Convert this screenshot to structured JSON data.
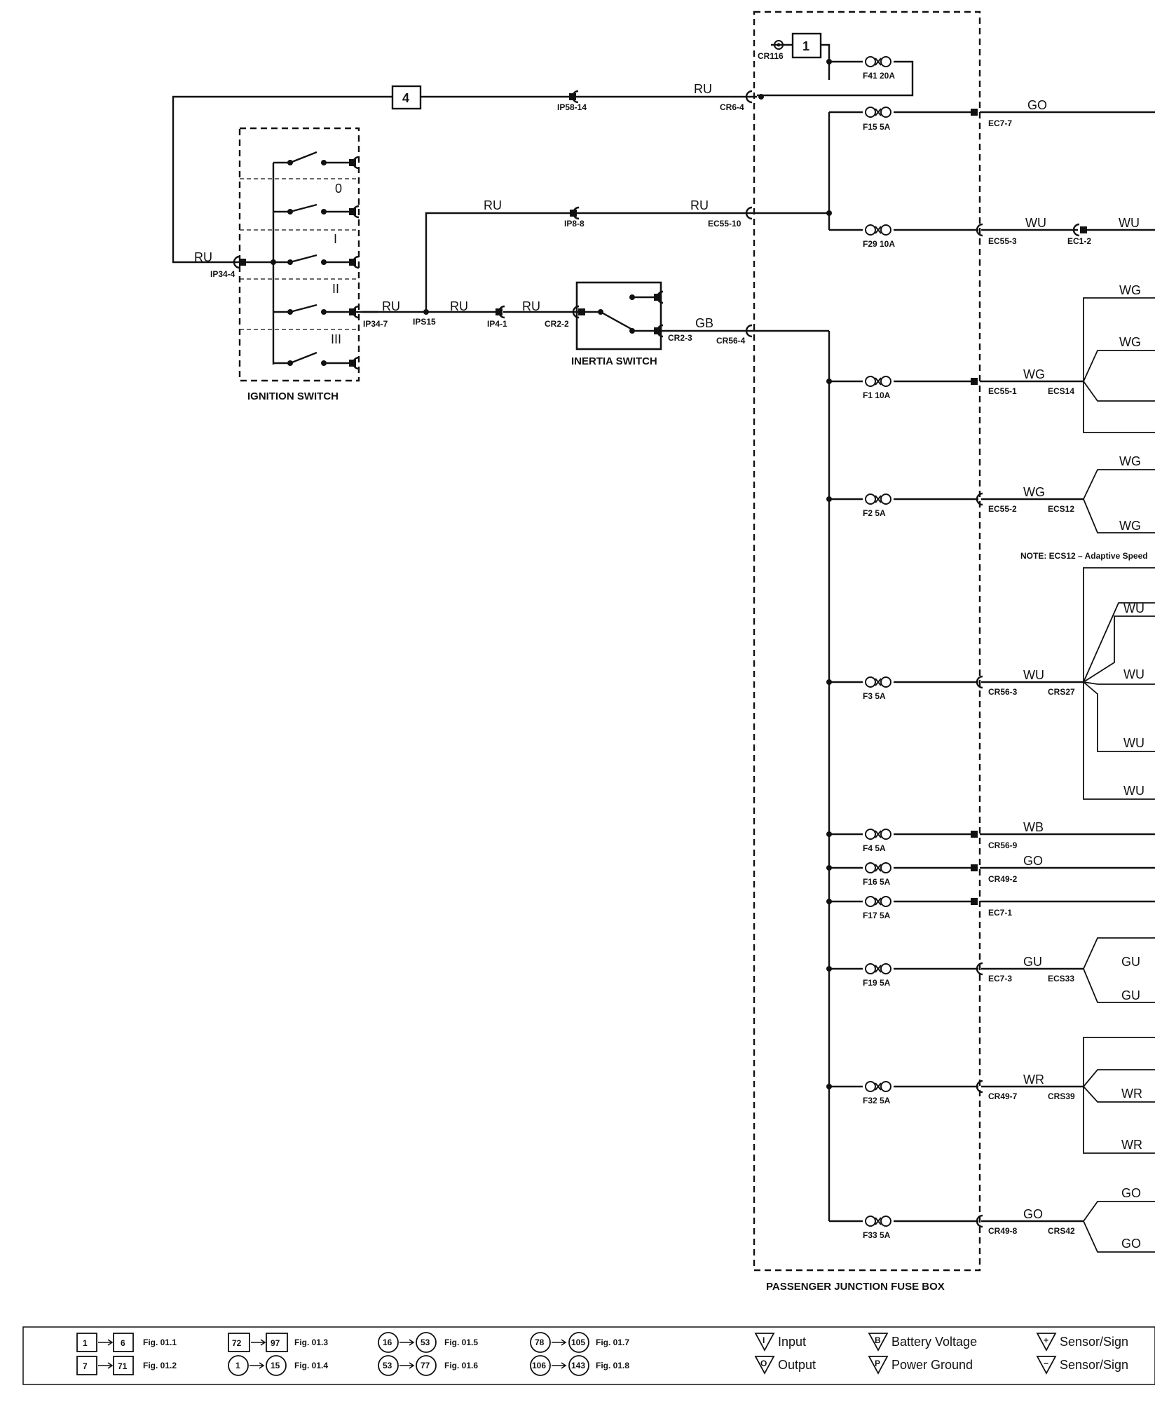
{
  "ignition_switch": {
    "title": "IGNITION SWITCH",
    "positions": [
      "0",
      "I",
      "II",
      "III"
    ],
    "connectors": [
      "IP34-4",
      "IP34-7"
    ]
  },
  "inertia_switch": {
    "title": "INERTIA SWITCH",
    "connectors": [
      "CR2-2",
      "CR2-3"
    ]
  },
  "fuse_box": {
    "title": "PASSENGER JUNCTION FUSE BOX",
    "connectors_in": [
      "CR116",
      "CR6-4",
      "EC55-10",
      "CR56-4"
    ],
    "fuses": [
      "F41 20A",
      "F15 5A",
      "F29 10A",
      "F1 10A",
      "F2 5A",
      "F3 5A",
      "F4 5A",
      "F16 5A",
      "F17 5A",
      "F19 5A",
      "F32 5A",
      "F33 5A"
    ],
    "connectors_out": [
      "EC7-7",
      "EC55-3",
      "EC55-1",
      "EC55-2",
      "CR56-3",
      "CR56-9",
      "CR49-2",
      "EC7-1",
      "EC7-3",
      "CR49-7",
      "CR49-8"
    ]
  },
  "splices": [
    "ECS14",
    "ECS12",
    "CRS27",
    "ECS33",
    "CRS39",
    "CRS42"
  ],
  "connectors_misc": [
    "IP58-14",
    "IP8-8",
    "IPS15",
    "IP4-1",
    "EC1-2"
  ],
  "boxes": [
    "1",
    "4"
  ],
  "wire_colors": [
    "RU",
    "GO",
    "WU",
    "GB",
    "WG",
    "WB",
    "GU",
    "WR"
  ],
  "note": "NOTE: ECS12 – Adaptive Speed",
  "legend": {
    "ranges": [
      {
        "from": "1",
        "to": "6",
        "fig": "Fig. 01.1"
      },
      {
        "from": "7",
        "to": "71",
        "fig": "Fig. 01.2"
      },
      {
        "from": "72",
        "to": "97",
        "fig": "Fig. 01.3"
      },
      {
        "from": "1",
        "to": "15",
        "fig": "Fig. 01.4"
      },
      {
        "from": "16",
        "to": "53",
        "fig": "Fig. 01.5"
      },
      {
        "from": "53",
        "to": "77",
        "fig": "Fig. 01.6"
      },
      {
        "from": "78",
        "to": "105",
        "fig": "Fig. 01.7"
      },
      {
        "from": "106",
        "to": "143",
        "fig": "Fig. 01.8"
      }
    ],
    "symbols": [
      {
        "glyph": "I",
        "label": "Input"
      },
      {
        "glyph": "O",
        "label": "Output"
      },
      {
        "glyph": "B",
        "label": "Battery Voltage"
      },
      {
        "glyph": "P",
        "label": "Power Ground"
      },
      {
        "glyph": "+",
        "label": "Sensor/Sign"
      },
      {
        "glyph": "−",
        "label": "Sensor/Sign"
      }
    ]
  }
}
